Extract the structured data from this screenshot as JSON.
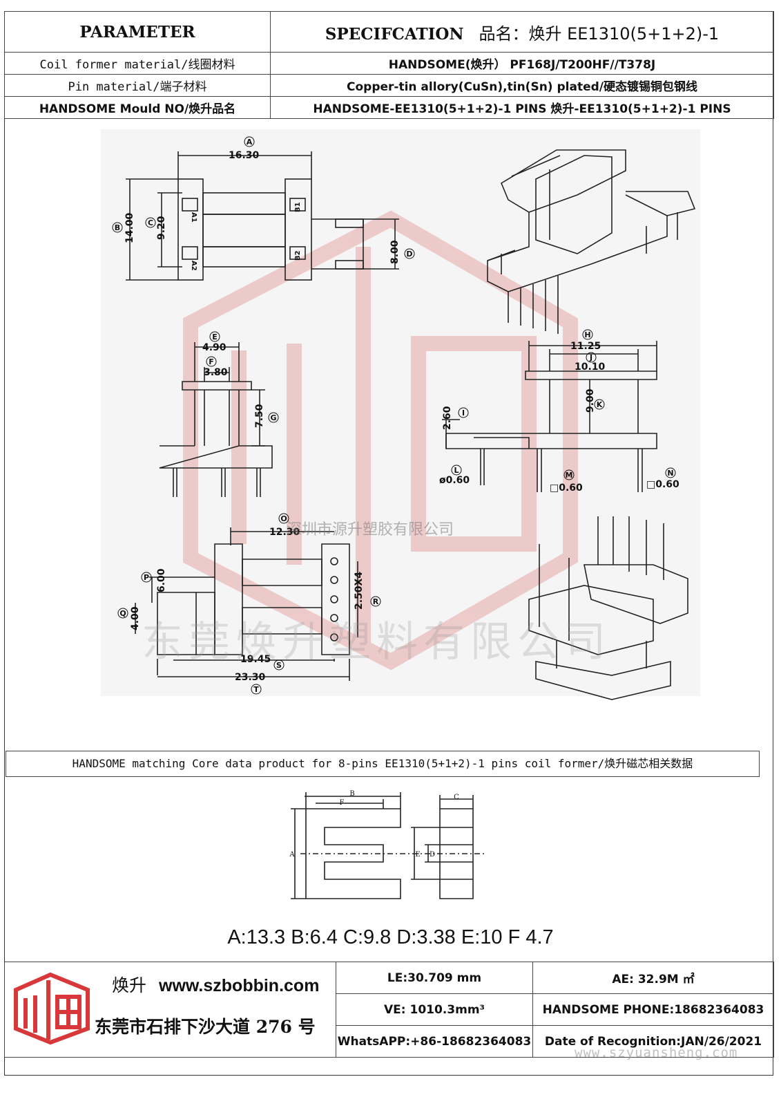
{
  "header": {
    "parameter_label": "PARAMETER",
    "spec_label": "SPECIFCATION",
    "spec_name": "品名：焕升 EE1310(5+1+2)-1",
    "rows": [
      {
        "label": "Coil former material/线圈材料",
        "value": "HANDSOME(焕升）  PF168J/T200HF//T378J"
      },
      {
        "label": "Pin material/端子材料",
        "value": "Copper-tin allory(CuSn),tin(Sn) plated/硬态镀锡铜包钢线"
      },
      {
        "label": "HANDSOME Mould NO/焕升品名",
        "value": "HANDSOME-EE1310(5+1+2)-1 PINS    焕升-EE1310(5+1+2)-1 PINS"
      }
    ]
  },
  "drawing": {
    "dims": {
      "A": "16.30",
      "B": "14.00",
      "C": "9.20",
      "D": "8.00",
      "E": "4.90",
      "F": "3.80",
      "G": "7.50",
      "H": "11.25",
      "J": "10.10",
      "K": "9.00",
      "I": "2.60",
      "L": "ø0.60",
      "M": "□0.60",
      "N": "□0.60",
      "O": "12.30",
      "P": "6.00",
      "Q": "4.00",
      "R": "2.50X4",
      "S": "19.45",
      "T": "23.30"
    },
    "markers": [
      "A",
      "B",
      "C",
      "D",
      "E",
      "F",
      "G",
      "H",
      "I",
      "J",
      "K",
      "L",
      "M",
      "N",
      "O",
      "P",
      "Q",
      "R",
      "S",
      "T"
    ],
    "pin_marks": [
      "A1",
      "A2",
      "B1",
      "B2"
    ],
    "watermark_company_sz": "深圳市源升塑胶有限公司",
    "watermark_company_dg": "东莞焕升塑料有限公司"
  },
  "core": {
    "title": "HANDSOME matching Core data  product for 8-pins EE1310(5+1+2)-1 pins coil former/焕升磁芯相关数据",
    "letters": [
      "A",
      "B",
      "C",
      "D",
      "E",
      "F"
    ],
    "dims_text": "A:13.3 B:6.4 C:9.8 D:3.38 E:10 F 4.7"
  },
  "footer": {
    "brand_cn": "焕升",
    "website": "www.szbobbin.com",
    "address": "东莞市石排下沙大道 276 号",
    "le": "LE:30.709 mm",
    "ae": "AE: 32.9M ㎡",
    "ve": "VE: 1010.3mm³",
    "phone": "HANDSOME PHONE:18682364083",
    "whatsapp": "WhatsAPP:+86-18682364083",
    "date": "Date of Recognition:JAN/26/2021",
    "watermark_url": "www.szyuansheng.com"
  },
  "colors": {
    "line": "#222222",
    "watermark_red": "#e8a8a8",
    "logo_red": "#d9383a"
  }
}
